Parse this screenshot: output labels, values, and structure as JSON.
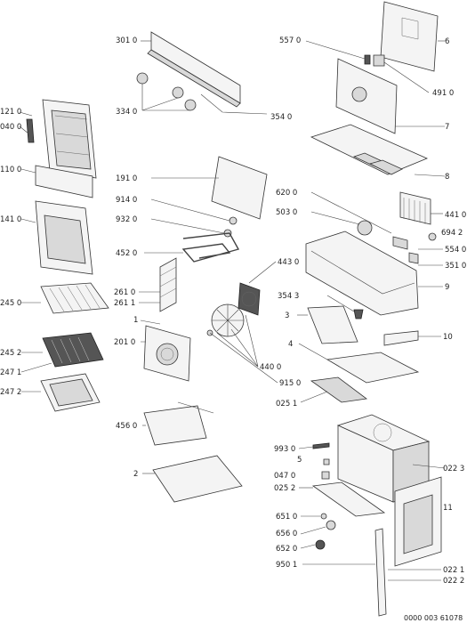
{
  "labels": {
    "l301_0": "301 0",
    "l334_0": "334 0",
    "l354_0": "354 0",
    "l557_0": "557 0",
    "l6": "6",
    "l491_0": "491 0",
    "l7": "7",
    "l8": "8",
    "l121_0": "121 0",
    "l040_0": "040 0",
    "l110_0": "110 0",
    "l191_0": "191 0",
    "l914_0": "914 0",
    "l932_0": "932 0",
    "l452_0": "452 0",
    "l141_0": "141 0",
    "l620_0": "620 0",
    "l503_0": "503 0",
    "l441_0": "441 0",
    "l694_2": "694 2",
    "l554_0": "554 0",
    "l351_0": "351 0",
    "l9": "9",
    "l443_0": "443 0",
    "l261_0": "261 0",
    "l261_1": "261 1",
    "l245_0": "245 0",
    "l1": "1",
    "l201_0": "201 0",
    "l354_3": "354 3",
    "l3": "3",
    "l245_2": "245 2",
    "l247_1": "247 1",
    "l247_2": "247 2",
    "l440_0": "440 0",
    "l915_0": "915 0",
    "l4": "4",
    "l10": "10",
    "l025_1": "025 1",
    "l456_0": "456 0",
    "l2": "2",
    "l993_0": "993 0",
    "l5": "5",
    "l047_0": "047 0",
    "l022_3": "022 3",
    "l025_2": "025 2",
    "l11": "11",
    "l651_0": "651 0",
    "l656_0": "656 0",
    "l652_0": "652 0",
    "l950_1": "950 1",
    "l022_1": "022 1",
    "l022_2": "022 2",
    "footer": "0000 003 61078"
  }
}
